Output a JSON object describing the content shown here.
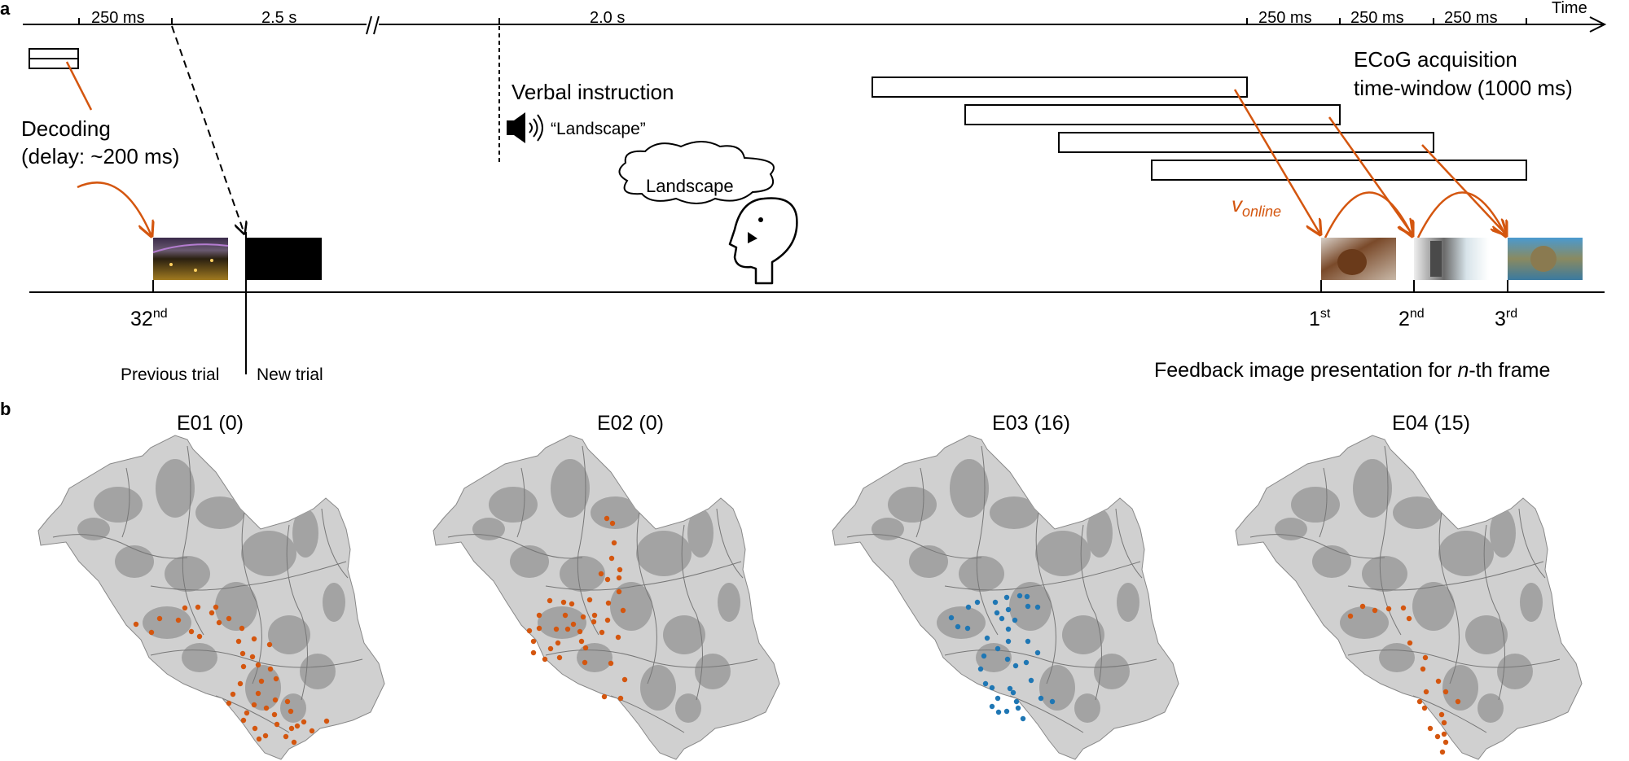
{
  "panel_a": {
    "label": "a",
    "time_label": "Time",
    "intervals": {
      "i1": "250 ms",
      "i2": "2.5 s",
      "i3": "2.0 s",
      "i4": "250 ms",
      "i5": "250 ms",
      "i6": "250 ms"
    },
    "decoding_line1": "Decoding",
    "decoding_line2": "(delay: ~200 ms)",
    "verbal_instruction": "Verbal instruction",
    "landscape_quote": "“Landscape”",
    "thought_word": "Landscape",
    "ecog_line1": "ECoG acquisition",
    "ecog_line2": "time-window (1000 ms)",
    "v_symbol": "v",
    "v_subscript": "online",
    "frame_32": {
      "num": "32",
      "sup": "nd"
    },
    "frame_1": {
      "num": "1",
      "sup": "st"
    },
    "frame_2": {
      "num": "2",
      "sup": "nd"
    },
    "frame_3": {
      "num": "3",
      "sup": "rd"
    },
    "previous_trial": "Previous trial",
    "new_trial": "New trial",
    "feedback_pre": "Feedback image presentation for ",
    "feedback_n": "n",
    "feedback_post": "-th frame",
    "colors": {
      "accent": "#d4560f",
      "blue": "#1f77b4",
      "brain_light": "#d0d0d0",
      "brain_dark": "#a3a3a3"
    }
  },
  "panel_b": {
    "label": "b",
    "maps": [
      {
        "title": "E01 (0)",
        "dot_color": "#d4560f",
        "dot_count": 60
      },
      {
        "title": "E02 (0)",
        "dot_color": "#d4560f",
        "dot_count": 60
      },
      {
        "title": "E03 (16)",
        "dot_color": "#1f77b4",
        "dot_count": 40
      },
      {
        "title": "E04 (15)",
        "dot_color": "#d4560f",
        "dot_count": 22
      }
    ]
  }
}
